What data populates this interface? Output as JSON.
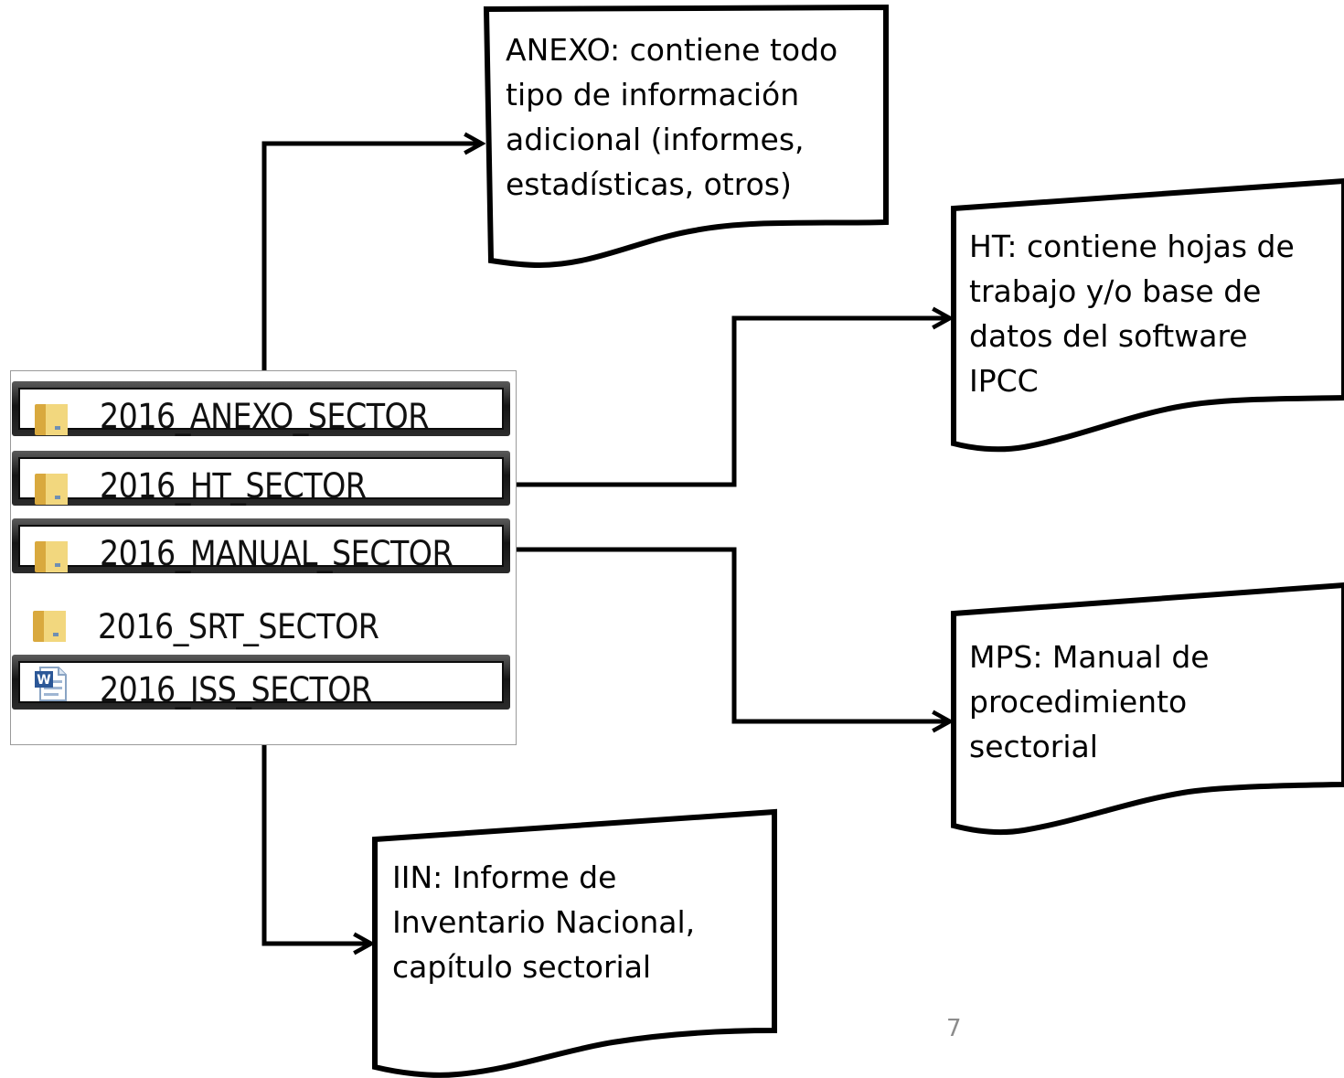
{
  "explorer": {
    "files": [
      {
        "name": "2016_ANEXO_SECTOR",
        "icon": "folder-icon",
        "selected": true
      },
      {
        "name": "2016_HT_SECTOR",
        "icon": "folder-icon",
        "selected": true
      },
      {
        "name": "2016_MANUAL_SECTOR",
        "icon": "folder-icon",
        "selected": true
      },
      {
        "name": "2016_SRT_SECTOR",
        "icon": "folder-icon",
        "selected": false
      },
      {
        "name": "2016_ISS_SECTOR",
        "icon": "word-document-icon",
        "selected": true
      }
    ]
  },
  "documents": {
    "anexo": "ANEXO: contiene todo\ntipo de información\nadicional (informes,\nestadísticas, otros)",
    "ht": "HT: contiene hojas de\ntrabajo y/o base de\ndatos del software\nIPCC",
    "mps": "MPS: Manual de\nprocedimiento\nsectorial",
    "iin": "IIN: Informe de\nInventario Nacional,\ncapítulo sectorial"
  },
  "page_number": "7",
  "colors": {
    "line": "#000000",
    "selection_frame": "#1a1a1a",
    "folder": "#e8c25a",
    "word_icon": "#2b5797",
    "page_number": "#8c8c8c"
  }
}
